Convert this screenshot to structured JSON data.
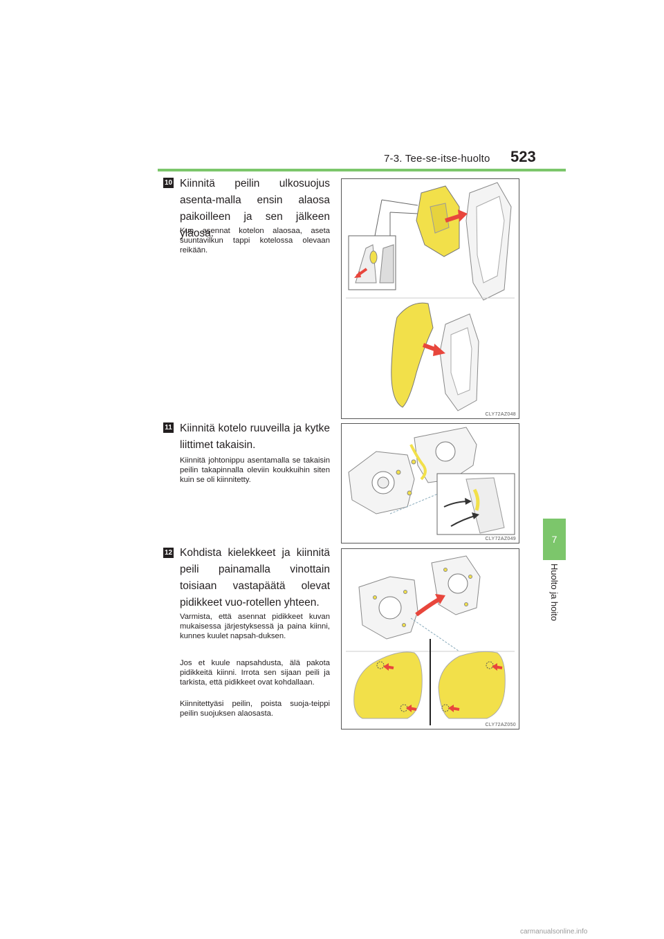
{
  "header": {
    "section": "7-3. Tee-se-itse-huolto",
    "page_number": "523"
  },
  "chapter": {
    "number": "7",
    "title": "Huolto ja hoito"
  },
  "steps": [
    {
      "badge": "10",
      "main": "Kiinnitä peilin ulkosuojus asenta-malla ensin alaosa paikoilleen ja sen jälkeen yläosa.",
      "notes": [
        "Kun asennat kotelon alaosaa, aseta suuntavilkun tappi kotelossa olevaan reikään."
      ],
      "figure_code": "CLY72AZ048"
    },
    {
      "badge": "11",
      "main": "Kiinnitä kotelo ruuveilla ja kytke liittimet takaisin.",
      "notes": [
        "Kiinnitä johtonippu asentamalla se takaisin peilin takapinnalla oleviin koukkuihin siten kuin se oli kiinnitetty."
      ],
      "figure_code": "CLY72AZ049"
    },
    {
      "badge": "12",
      "main": "Kohdista kielekkeet ja kiinnitä peili painamalla vinottain toisiaan vastapäätä olevat pidikkeet vuo-rotellen yhteen.",
      "notes": [
        "Varmista, että asennat pidikkeet kuvan mukaisessa järjestyksessä ja paina kiinni, kunnes kuulet napsah-duksen.",
        "Jos et kuule napsahdusta, älä pakota pidikkeitä kiinni. Irrota sen sijaan peili ja tarkista, että pidikkeet ovat kohdallaan.",
        "Kiinnitettyäsi peilin, poista suoja-teippi peilin suojuksen alaosasta."
      ],
      "figure_code": "CLY72AZ050"
    }
  ],
  "footer": {
    "watermark": "carmanualsonline.info"
  },
  "colors": {
    "accent_green": "#7cc66b",
    "highlight_yellow": "#f2e04a",
    "arrow_red": "#e8463c"
  }
}
